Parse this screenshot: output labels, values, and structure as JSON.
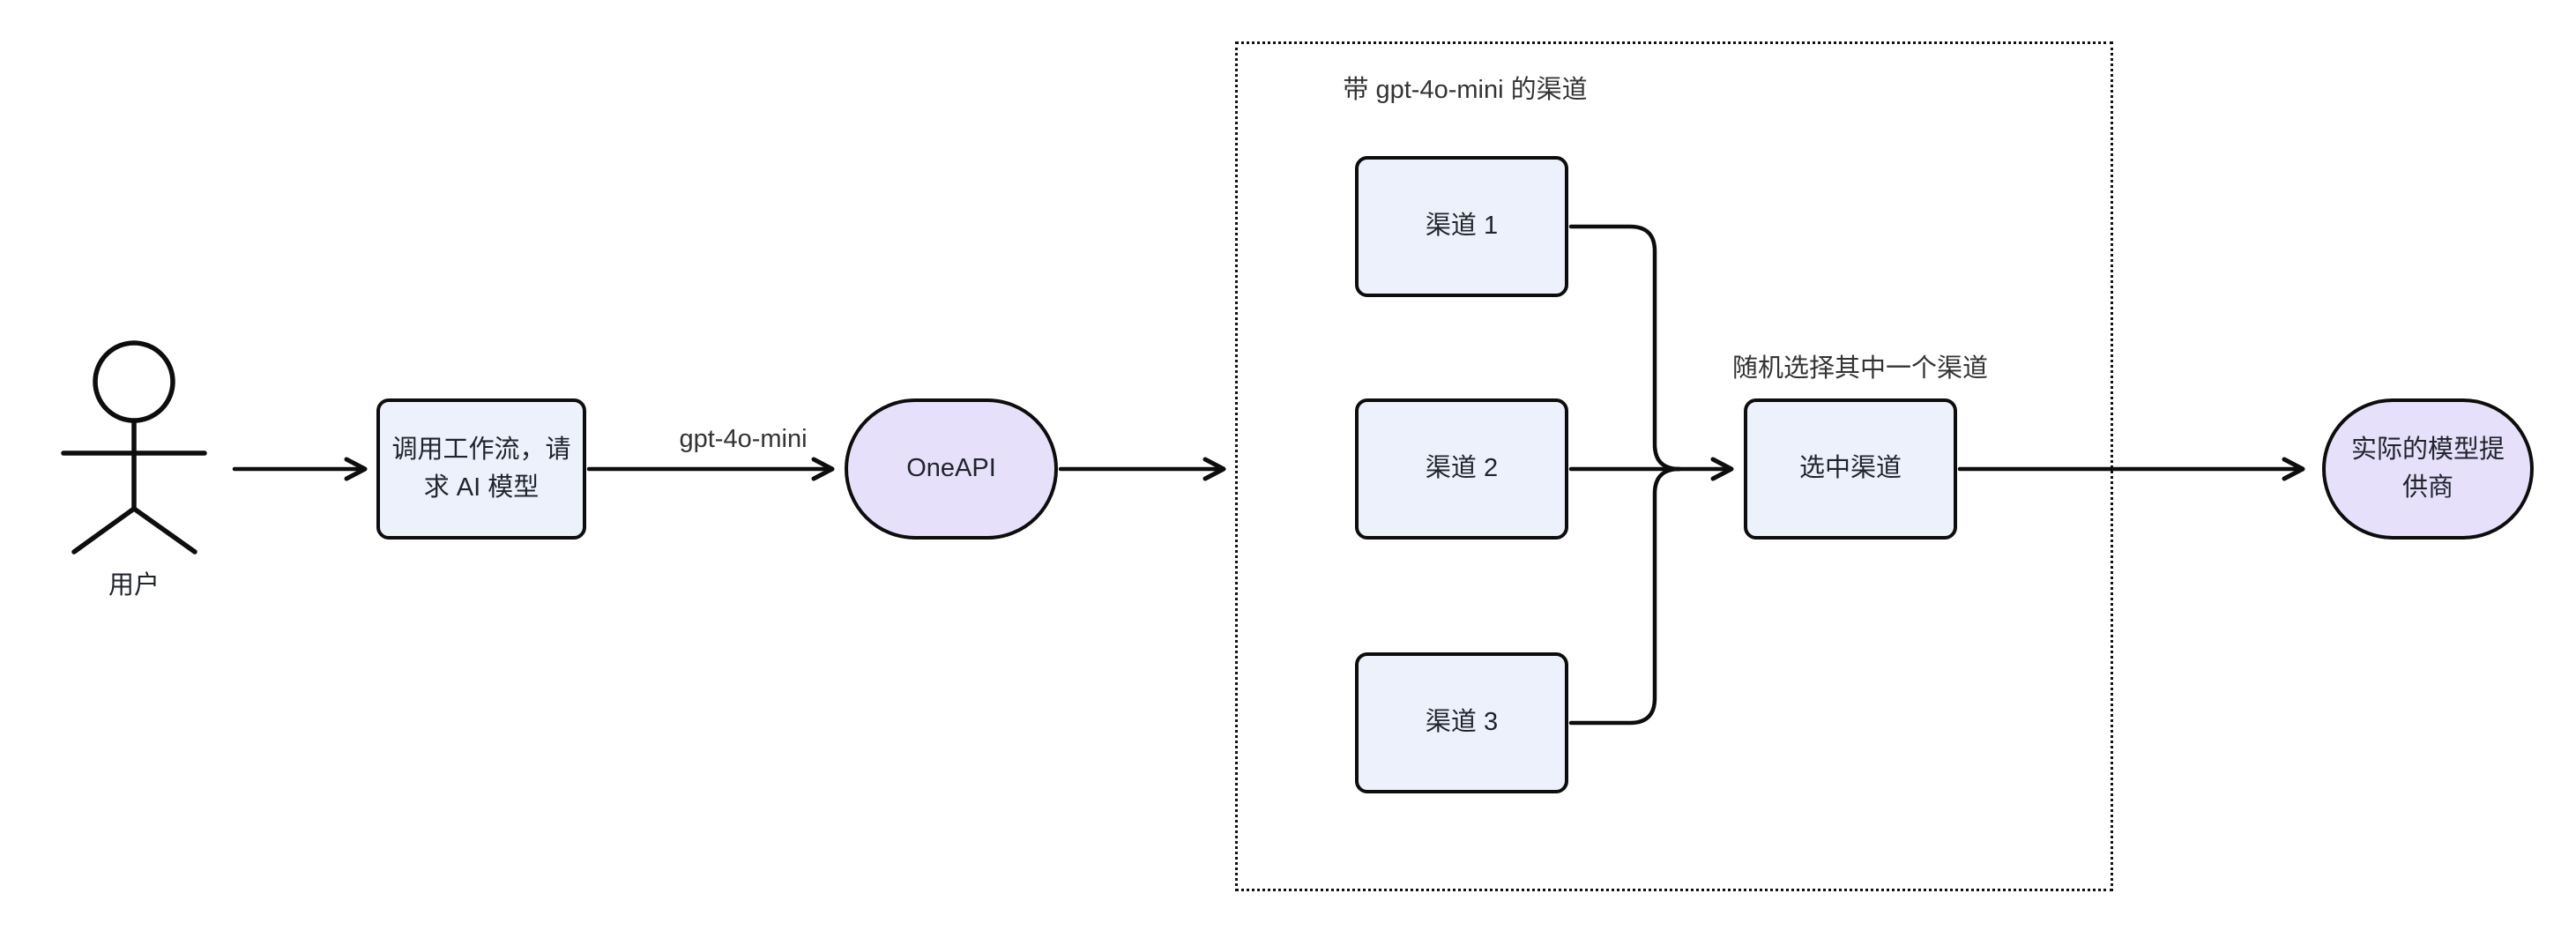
{
  "diagram": {
    "actor": {
      "label": "用户"
    },
    "nodes": {
      "workflow": {
        "label": "调用工作流，请求 AI 模型"
      },
      "oneapi": {
        "label": "OneAPI"
      },
      "channel1": {
        "label": "渠道 1"
      },
      "channel2": {
        "label": "渠道 2"
      },
      "channel3": {
        "label": "渠道 3"
      },
      "selected": {
        "label": "选中渠道"
      },
      "provider": {
        "label": "实际的模型提供商"
      }
    },
    "subgraph": {
      "title": "带 gpt-4o-mini 的渠道"
    },
    "edge_labels": {
      "model": "gpt-4o-mini",
      "random_pick": "随机选择其中一个渠道"
    },
    "colors": {
      "rect_fill": "#edf1fb",
      "stadium_fill": "#e6e0fa",
      "stroke": "#0d0d0d",
      "text": "#21242c",
      "label_text": "#333333",
      "background": "#ffffff"
    }
  }
}
